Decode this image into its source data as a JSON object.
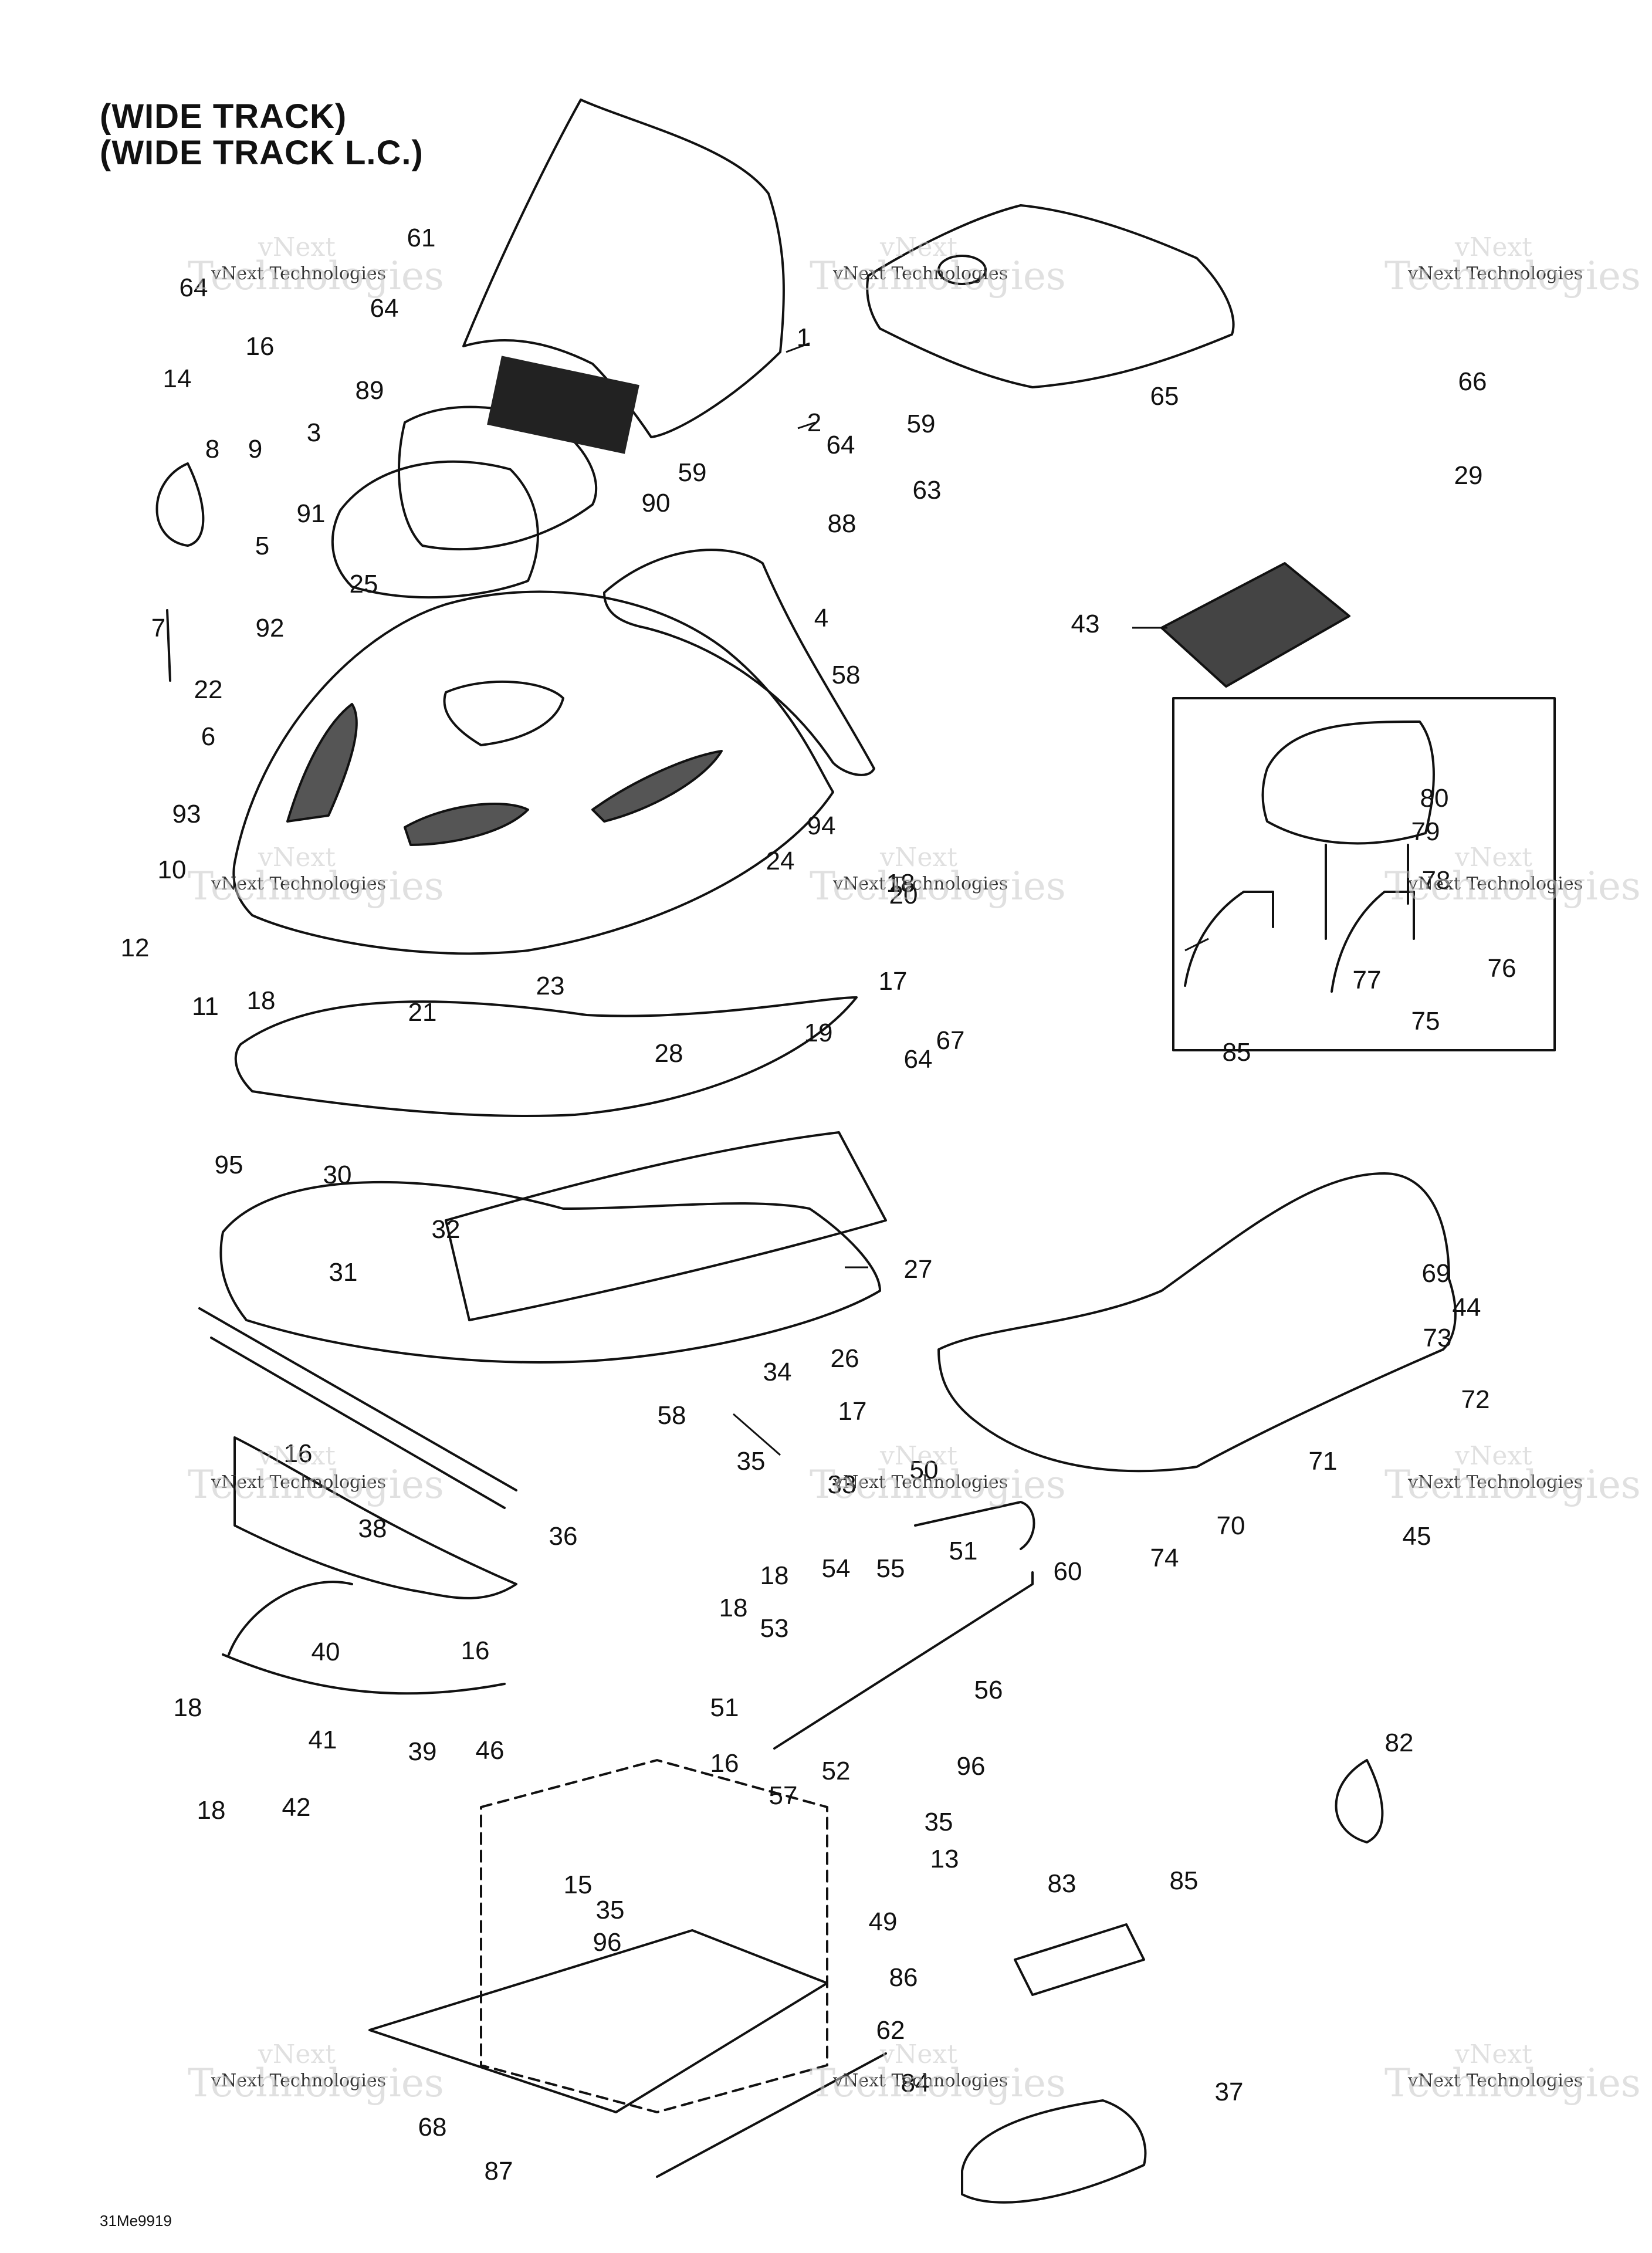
{
  "title_lines": [
    "(WIDE TRACK)",
    "(WIDE TRACK L.C.)"
  ],
  "reference_code": "31Me9919",
  "watermark": {
    "brand_top": "vNext",
    "brand_big": "Technologies",
    "brand_small": "vNext Technologies"
  },
  "part_labels": [
    "1",
    "2",
    "3",
    "4",
    "5",
    "6",
    "7",
    "8",
    "9",
    "10",
    "11",
    "12",
    "13",
    "14",
    "15",
    "16",
    "16",
    "16",
    "16",
    "17",
    "17",
    "18",
    "18",
    "18",
    "18",
    "18",
    "18",
    "19",
    "20",
    "21",
    "22",
    "23",
    "24",
    "25",
    "26",
    "27",
    "28",
    "29",
    "30",
    "31",
    "32",
    "33",
    "34",
    "35",
    "35",
    "35",
    "36",
    "37",
    "38",
    "39",
    "40",
    "41",
    "42",
    "43",
    "44",
    "45",
    "46",
    "49",
    "50",
    "51",
    "51",
    "52",
    "53",
    "54",
    "55",
    "56",
    "57",
    "58",
    "58",
    "59",
    "59",
    "60",
    "61",
    "62",
    "63",
    "64",
    "64",
    "64",
    "64",
    "65",
    "66",
    "67",
    "68",
    "69",
    "70",
    "71",
    "72",
    "73",
    "74",
    "75",
    "76",
    "77",
    "78",
    "79",
    "80",
    "82",
    "83",
    "84",
    "85",
    "85",
    "86",
    "87",
    "88",
    "89",
    "90",
    "91",
    "92",
    "93",
    "94",
    "95",
    "96",
    "96"
  ]
}
